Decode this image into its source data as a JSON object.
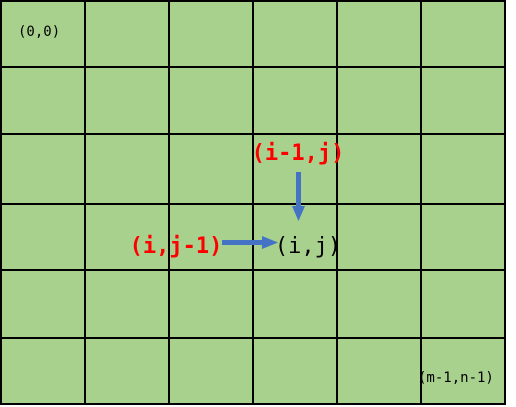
{
  "grid": {
    "rows": 6,
    "cols": 6,
    "cell_color": "#a9d18e",
    "line_color": "#000000"
  },
  "labels": {
    "origin": "(0,0)",
    "end": "(m-1,n-1)",
    "current": "(i,j)",
    "top_neighbor": "(i-1,j)",
    "left_neighbor": "(i,j-1)"
  },
  "colors": {
    "neighbor_text": "#ff0000",
    "current_text": "#000000",
    "arrow": "#4472c4"
  }
}
